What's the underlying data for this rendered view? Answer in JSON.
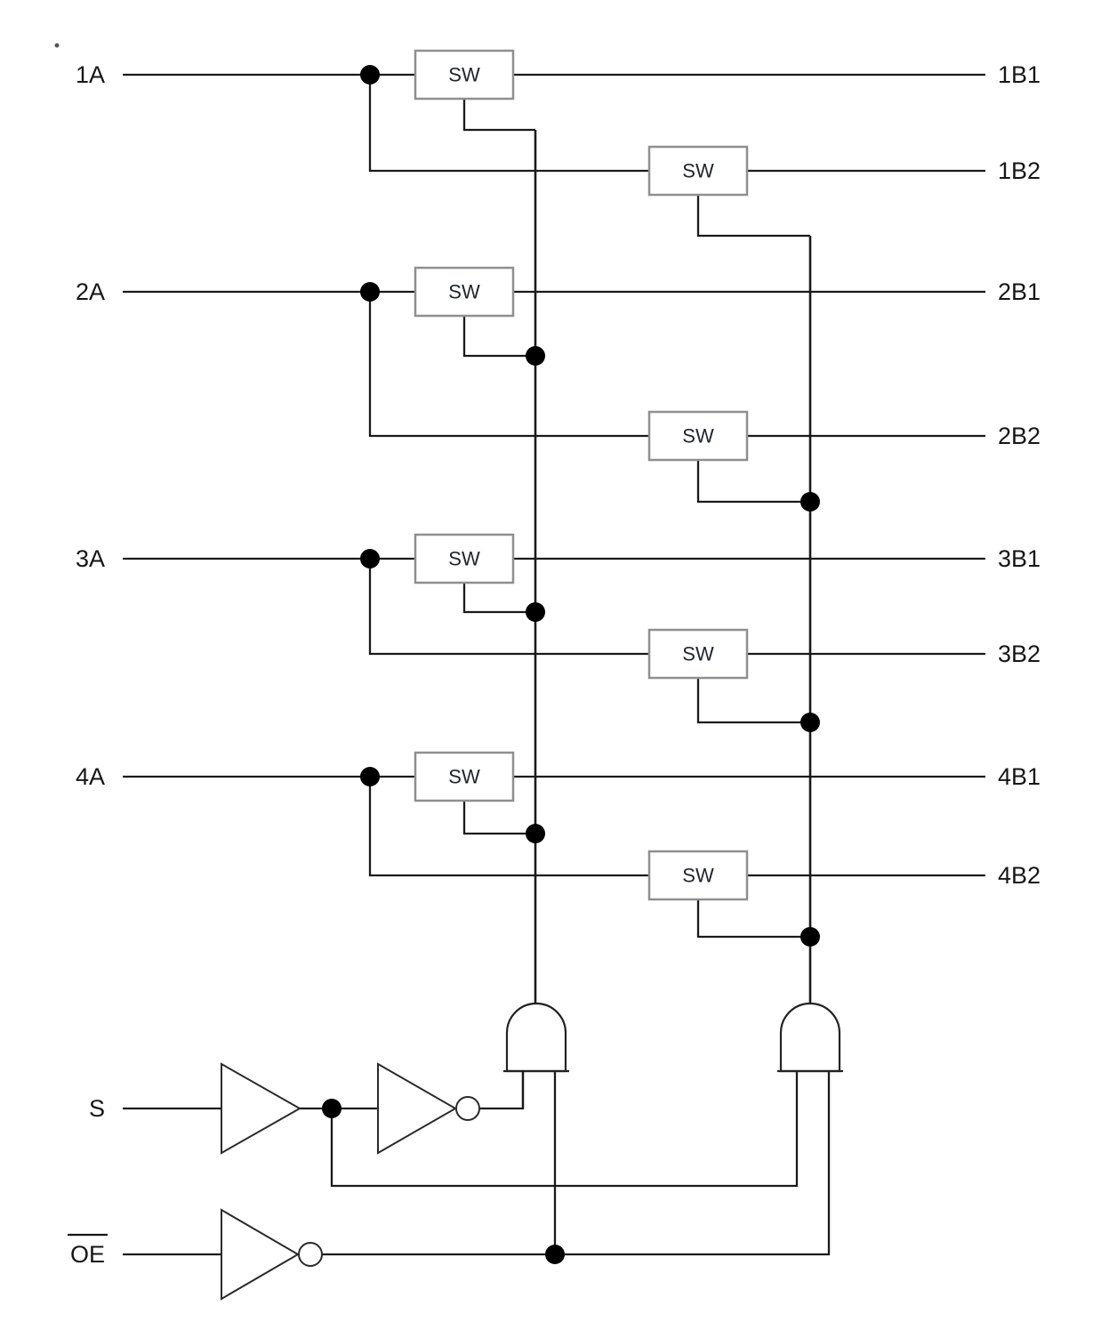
{
  "diagram": {
    "kind": "logic-schematic",
    "inputs": [
      {
        "label": "1A"
      },
      {
        "label": "2A"
      },
      {
        "label": "3A"
      },
      {
        "label": "4A"
      }
    ],
    "outputs": [
      {
        "label": "1B1"
      },
      {
        "label": "1B2"
      },
      {
        "label": "2B1"
      },
      {
        "label": "2B2"
      },
      {
        "label": "3B1"
      },
      {
        "label": "3B2"
      },
      {
        "label": "4B1"
      },
      {
        "label": "4B2"
      }
    ],
    "controls": {
      "select": {
        "label": "S"
      },
      "output_enable": {
        "label": "OE",
        "overline": true
      }
    },
    "switches": {
      "count": 8,
      "label": "SW"
    },
    "gates": {
      "and_gates": 2,
      "buffers": 1,
      "inverters": 2
    },
    "colors": {
      "wire": "#1a1a1a",
      "switch_border": "#8f8f8f",
      "text": "#161616",
      "background": "#ffffff"
    }
  }
}
